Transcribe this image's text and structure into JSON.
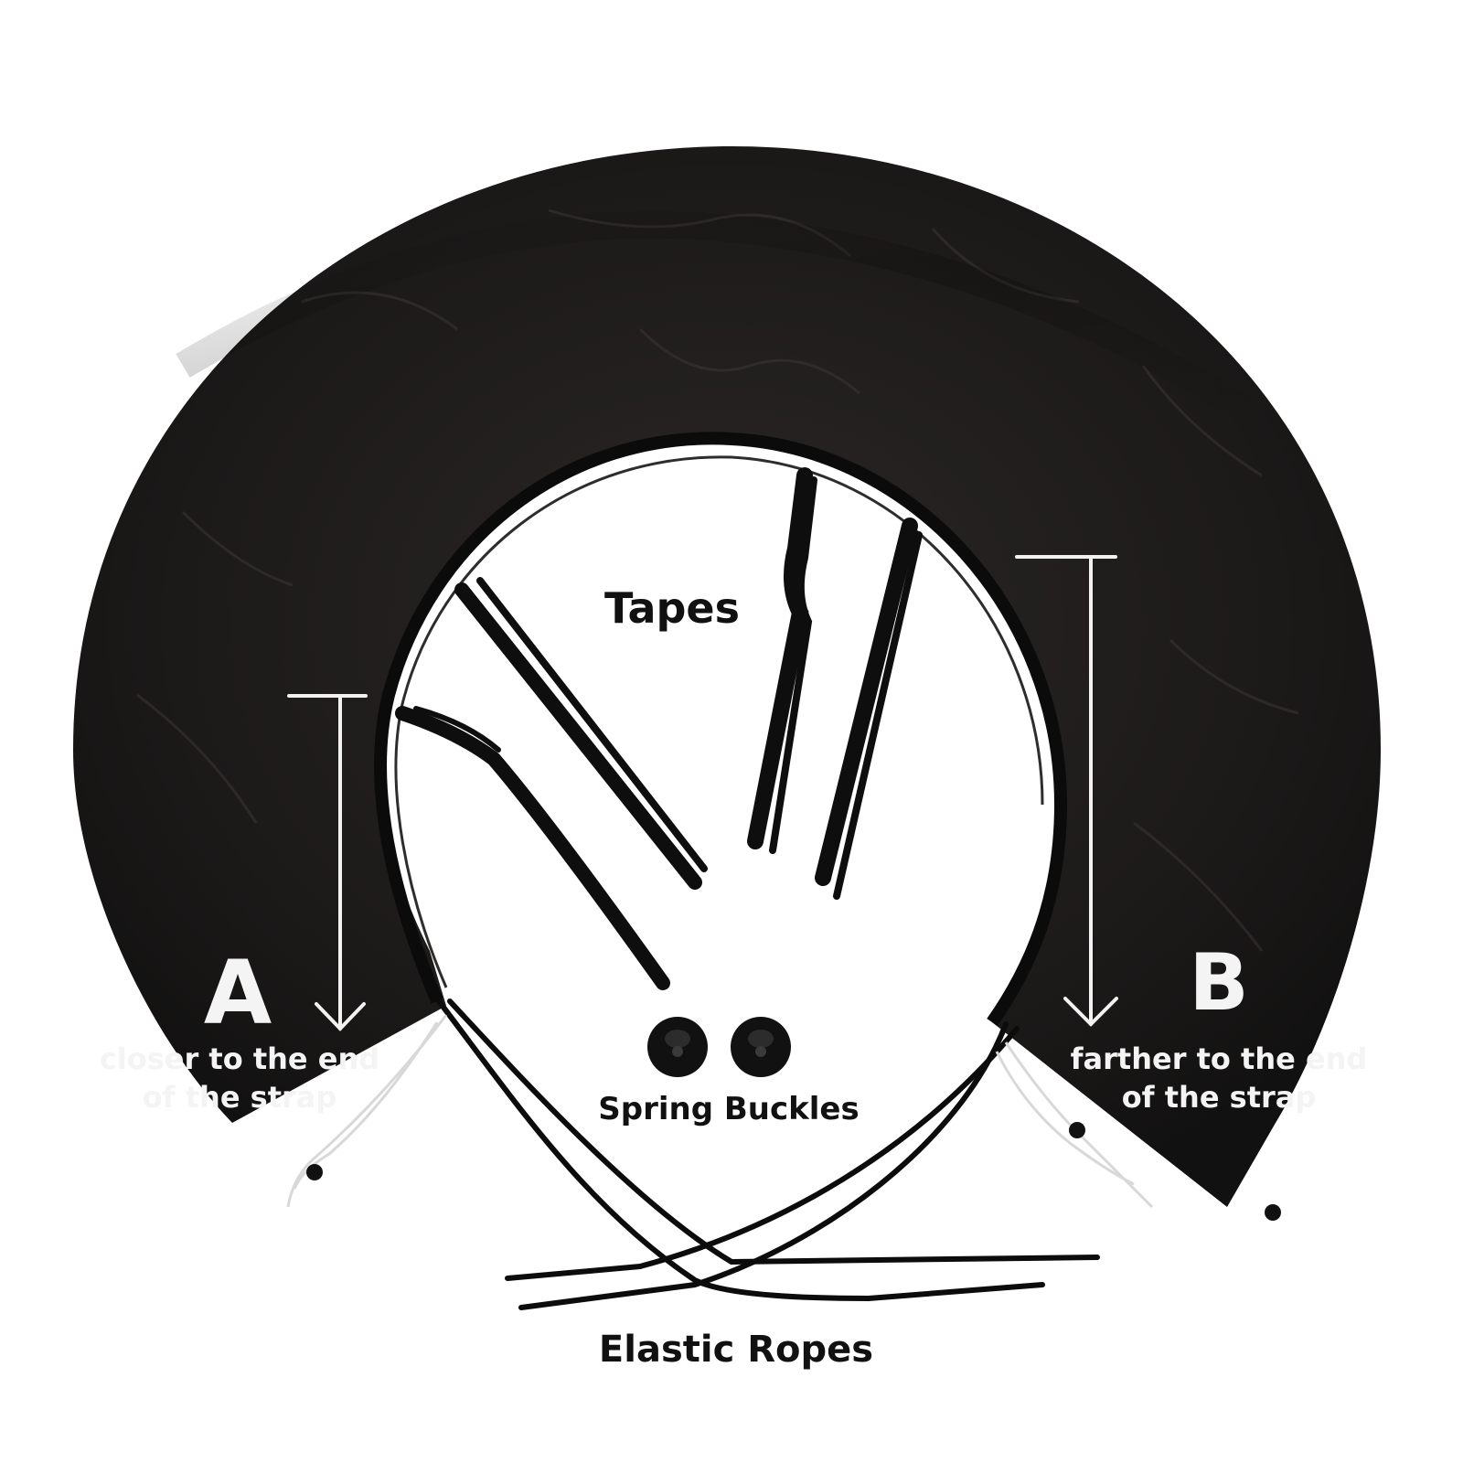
{
  "labels": {
    "tapes": "Tapes",
    "spring_buckles": "Spring Buckles",
    "elastic_ropes": "Elastic Ropes",
    "marker_a": "A",
    "marker_b": "B",
    "note_a_line1": "closer to the end",
    "note_a_line2": "of the strap",
    "note_b_line1": "farther to the end",
    "note_b_line2": "of the strap"
  },
  "colors": {
    "background": "#ffffff",
    "fabric": "#1c1a19",
    "tape": "#0e0e0e",
    "label_dark": "#111111",
    "label_light": "#f4f4f4"
  }
}
